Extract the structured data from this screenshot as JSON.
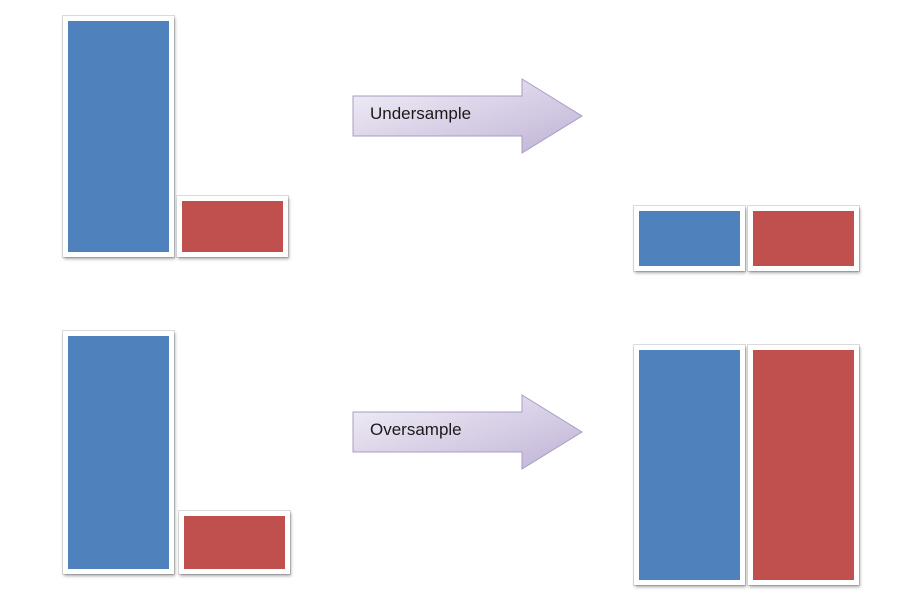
{
  "colors": {
    "majority": "#4f81bd",
    "minority": "#c0504d",
    "arrow_light": "#f3f0f8",
    "arrow_dark": "#bfb3d6",
    "arrow_stroke": "#a89cc3"
  },
  "undersample": {
    "label": "Undersample",
    "before": {
      "majority_count": 100,
      "minority_count": 22
    },
    "after": {
      "majority_count": 22,
      "minority_count": 22
    }
  },
  "oversample": {
    "label": "Oversample",
    "before": {
      "majority_count": 100,
      "minority_count": 22
    },
    "after": {
      "majority_count": 100,
      "minority_count": 100
    }
  }
}
